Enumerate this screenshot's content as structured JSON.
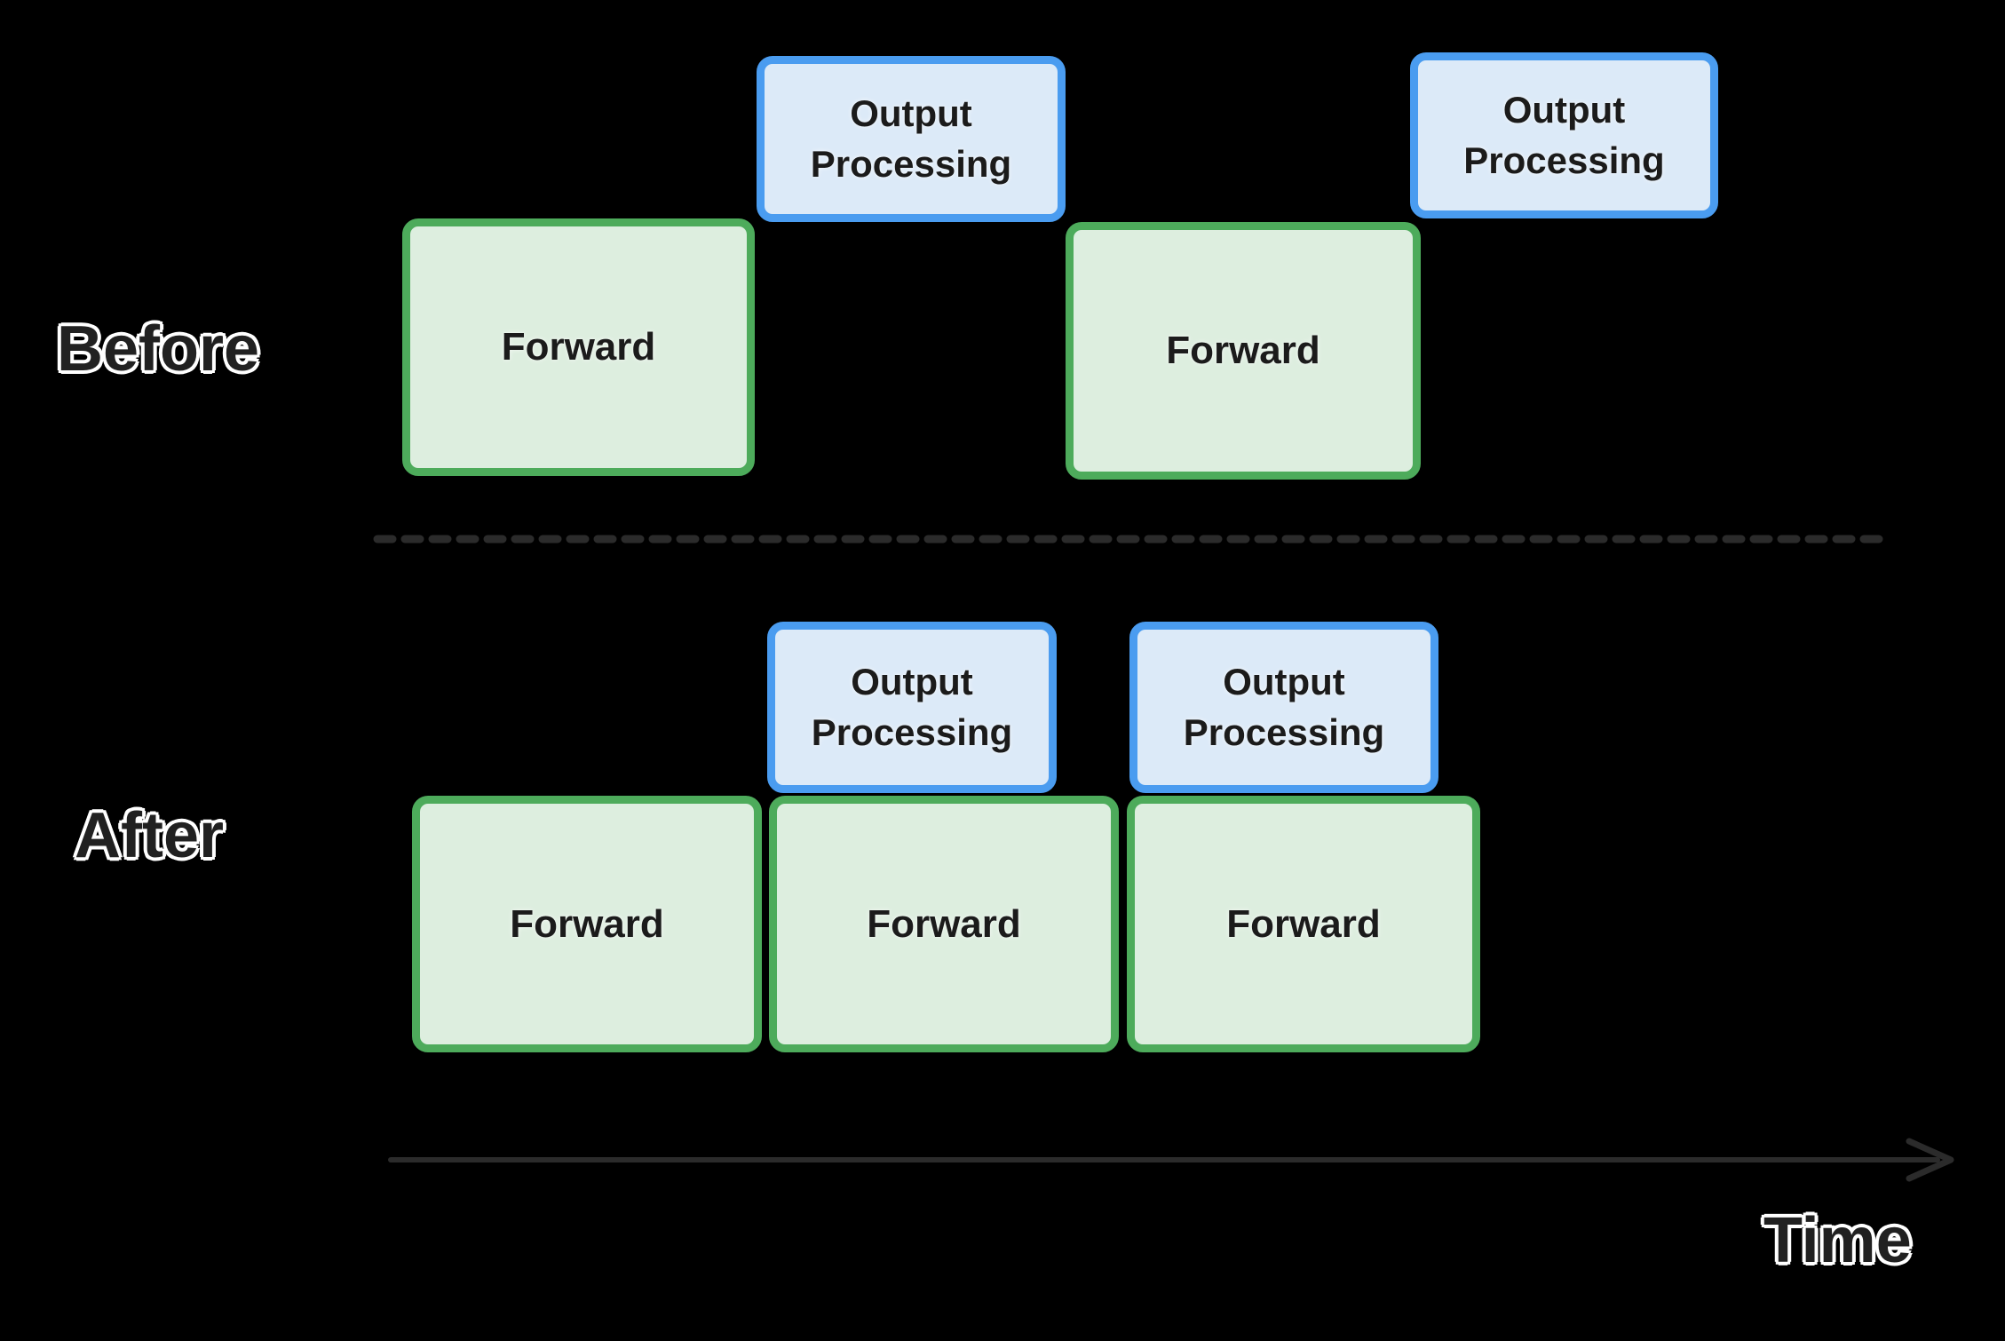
{
  "sections": {
    "before": {
      "label": "Before"
    },
    "after": {
      "label": "After"
    },
    "axis": {
      "label": "Time"
    }
  },
  "blocks": {
    "before": [
      {
        "type": "forward",
        "label": "Forward"
      },
      {
        "type": "output_processing",
        "label": "Output Processing"
      },
      {
        "type": "forward",
        "label": "Forward"
      },
      {
        "type": "output_processing",
        "label": "Output Processing"
      }
    ],
    "after": [
      {
        "type": "output_processing",
        "label": "Output Processing"
      },
      {
        "type": "output_processing",
        "label": "Output Processing"
      },
      {
        "type": "forward",
        "label": "Forward"
      },
      {
        "type": "forward",
        "label": "Forward"
      },
      {
        "type": "forward",
        "label": "Forward"
      }
    ]
  },
  "colors": {
    "background": "#000000",
    "forward_fill": "#ddeedf",
    "forward_border": "#4dab5b",
    "output_fill": "#dceaf8",
    "output_border": "#4a9cf0",
    "box_text": "#1b1b1b",
    "section_label_text": "#212121",
    "section_label_outline": "#ffffff",
    "divider_line": "#2b2b2b",
    "time_arrow": "#2b2b2b"
  }
}
